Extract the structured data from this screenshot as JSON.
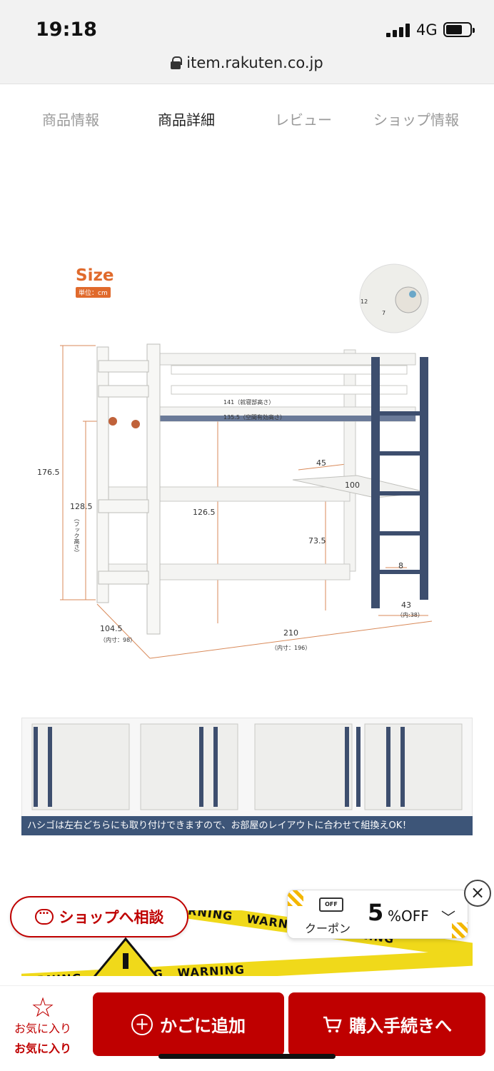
{
  "status": {
    "time": "19:18",
    "network": "4G"
  },
  "browser": {
    "url": "item.rakuten.co.jp"
  },
  "tabs": [
    {
      "label": "商品情報",
      "active": false
    },
    {
      "label": "商品詳細",
      "active": true
    },
    {
      "label": "レビュー",
      "active": false
    },
    {
      "label": "ショップ情報",
      "active": false
    }
  ],
  "product_image": {
    "title": "Size",
    "unit": "単位：cm",
    "dims": {
      "total_height": "176.5",
      "sleep_height": "141（就寝部高さ）",
      "space_height": "135.5（空間有効高さ）",
      "hook_height": "128.5",
      "hook_label": "（フック高さ）",
      "frame_height": "126.5",
      "desk_height": "73.5",
      "desk_depth": "45",
      "desk_width": "100",
      "ladder_step": "8",
      "ladder_width": "43",
      "ladder_inner": "（内:38）",
      "depth": "104.5",
      "depth_inner": "（内寸：98）",
      "length": "210",
      "length_inner": "（内寸：196）",
      "hook_w": "12",
      "hook_d": "7"
    }
  },
  "strip": {
    "caption": "ハシゴは左右どちらにも取り付けできますので、お部屋のレイアウトに合わせて組換えOK！"
  },
  "warning": {
    "word": "WARNING"
  },
  "consult": {
    "label": "ショップへ相談"
  },
  "coupon": {
    "label": "クーポン",
    "percent": "5",
    "off": "%OFF",
    "icon_text": "OFF"
  },
  "bottom": {
    "fav_label": "お気に入り",
    "fav_label2": "お気に入り",
    "cart_label": "かごに追加",
    "buy_label": "購入手続きへ"
  },
  "colors": {
    "brand": "#bf0000",
    "accent_orange": "#e06a2c",
    "ladder_navy": "#3d4e6e"
  }
}
